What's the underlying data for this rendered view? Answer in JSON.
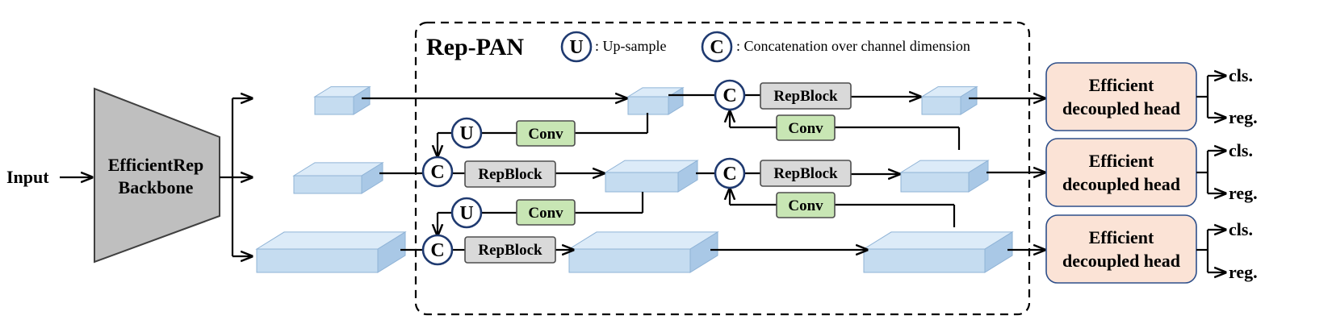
{
  "title": "Rep-PAN",
  "legend": {
    "up_symbol": "U",
    "up_text": ": Up-sample",
    "concat_symbol": "C",
    "concat_text": ": Concatenation over channel dimension"
  },
  "input_label": "Input",
  "backbone": {
    "line1": "EfficientRep",
    "line2": "Backbone"
  },
  "labels": {
    "repblock": "RepBlock",
    "conv": "Conv",
    "up": "U",
    "concat": "C"
  },
  "head": {
    "line1": "Efficient",
    "line2": "decoupled head"
  },
  "outputs": {
    "cls": "cls.",
    "reg": "reg."
  },
  "colors": {
    "feature_face": "#c5dcf0",
    "feature_side": "#a9c8e6",
    "feature_top": "#dcebf8",
    "repblock_fill": "#d9d9d9",
    "conv_fill": "#c8e6b4",
    "head_fill": "#fbe3d6",
    "circle_stroke": "#1f3a70",
    "backbone_fill": "#bfbfbf"
  }
}
